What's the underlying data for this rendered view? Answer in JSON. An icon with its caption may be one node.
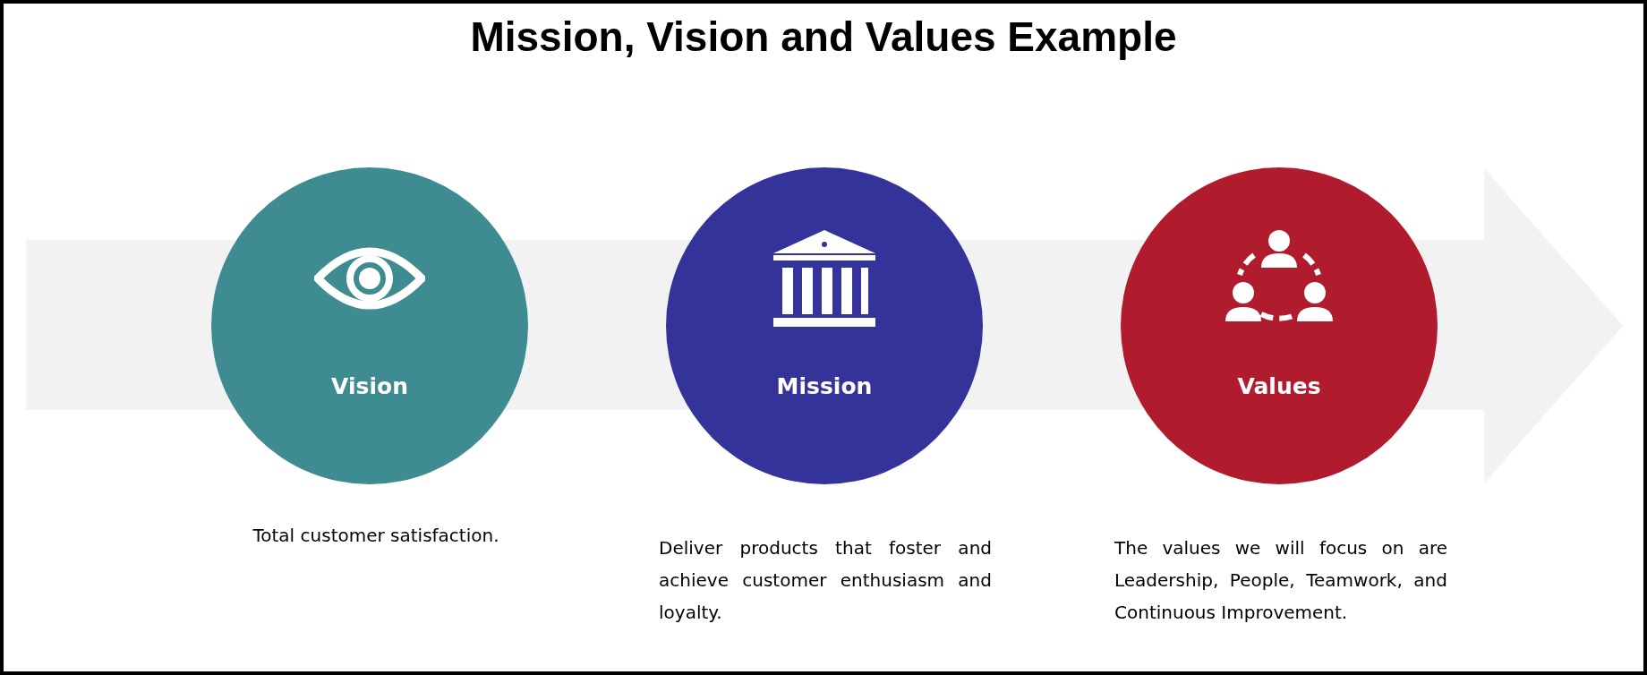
{
  "diagram": {
    "title": "Mission, Vision and Values Example",
    "nodes": [
      {
        "text": [
          "Vision"
        ],
        "beside": [
          "Total customer satisfaction."
        ]
      },
      {
        "text": [
          "Mission"
        ],
        "beside": [
          "Deliver products that foster and achieve customer enthusiasm and loyalty."
        ]
      },
      {
        "text": [
          "Values"
        ],
        "beside": [
          "The values we will focus on are Leadership, People, Teamwork, and Continuous Improvement."
        ]
      }
    ],
    "edges": []
  }
}
